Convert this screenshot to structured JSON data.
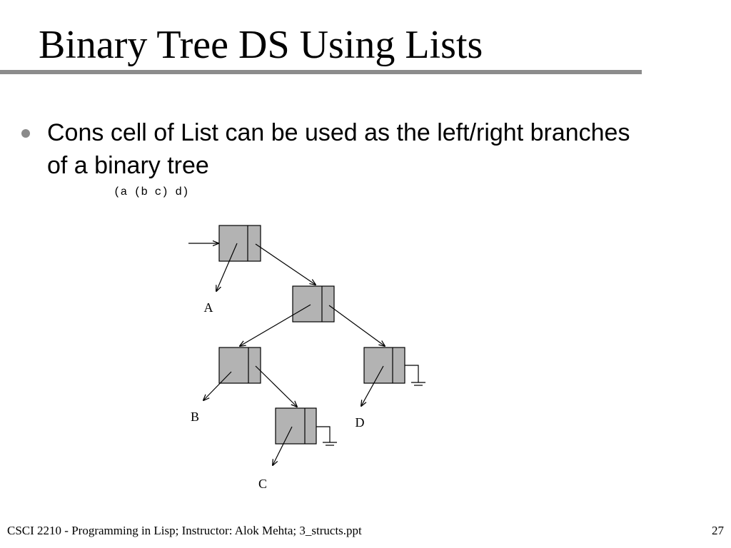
{
  "slide": {
    "title": "Binary Tree DS Using Lists",
    "bullet": "Cons cell of List can be used as the left/right branches of a binary tree",
    "expression": "(a (b c) d)"
  },
  "diagram": {
    "cell_fill": "#b3b3b3",
    "leaves": {
      "a": "A",
      "b": "B",
      "c": "C",
      "d": "D"
    }
  },
  "footer": {
    "course": "CSCI 2210 - Programming in Lisp; Instructor: Alok Mehta; 3_structs.ppt",
    "page_number": "27"
  }
}
